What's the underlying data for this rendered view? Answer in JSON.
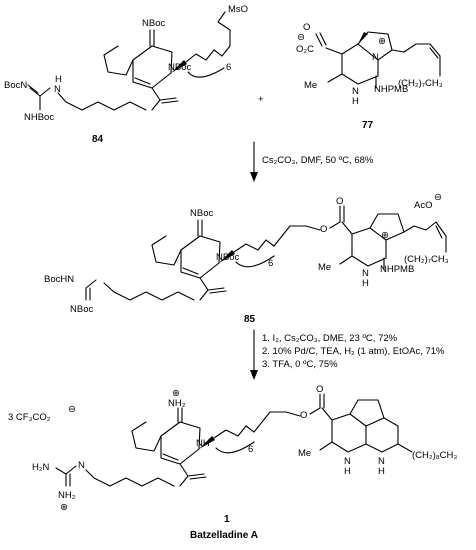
{
  "step1": {
    "reagent1": {
      "id": "84",
      "labels": {
        "imine": "NBoc",
        "ring_n": "NBoc",
        "leaving": "MsO",
        "chain": "6",
        "guan_left": "BocN",
        "guan_nh": "H",
        "guan_nh2": "N",
        "guan_bottom": "NHBoc"
      }
    },
    "plus": "+",
    "reagent2": {
      "id": "77",
      "labels": {
        "carboxylate": "O₂C",
        "me": "Me",
        "nh": "N",
        "nh_h": "H",
        "amine": "NHPMB",
        "n_plus": "N",
        "tail": "(CH₂)₇CH₃"
      }
    },
    "conditions": "Cs₂CO₃, DMF, 50 ºC, 68%"
  },
  "step2": {
    "product": {
      "id": "85",
      "counterion": "AcO",
      "labels": {
        "imine": "NBoc",
        "ring_n": "NBoc",
        "chain": "6",
        "guan_left": "BocHN",
        "guan_bottom": "NBoc",
        "me": "Me",
        "nh": "N",
        "nh_h": "H",
        "amine": "NHPMB",
        "tail": "(CH₂)₇CH₃"
      }
    },
    "conditions": [
      "1. I₂, Cs₂CO₃, DME, 23 ºC, 72%",
      "2. 10% Pd/C, TEA, H₂ (1 atm), EtOAc, 71%",
      "3. TFA, 0 ºC, 75%"
    ]
  },
  "final": {
    "id": "1",
    "name": "Batzelladine A",
    "counterion": "3 CF₃CO₂",
    "labels": {
      "iminium": "NH₂",
      "ring_nh": "NH",
      "chain": "6",
      "guan_nh2": "H₂N",
      "guan_nh": "N",
      "guan_bottom": "NH₂",
      "me": "Me",
      "n1": "N",
      "n2": "N",
      "n_h": "H",
      "tail": "(CH₂)₈CH₃"
    }
  }
}
